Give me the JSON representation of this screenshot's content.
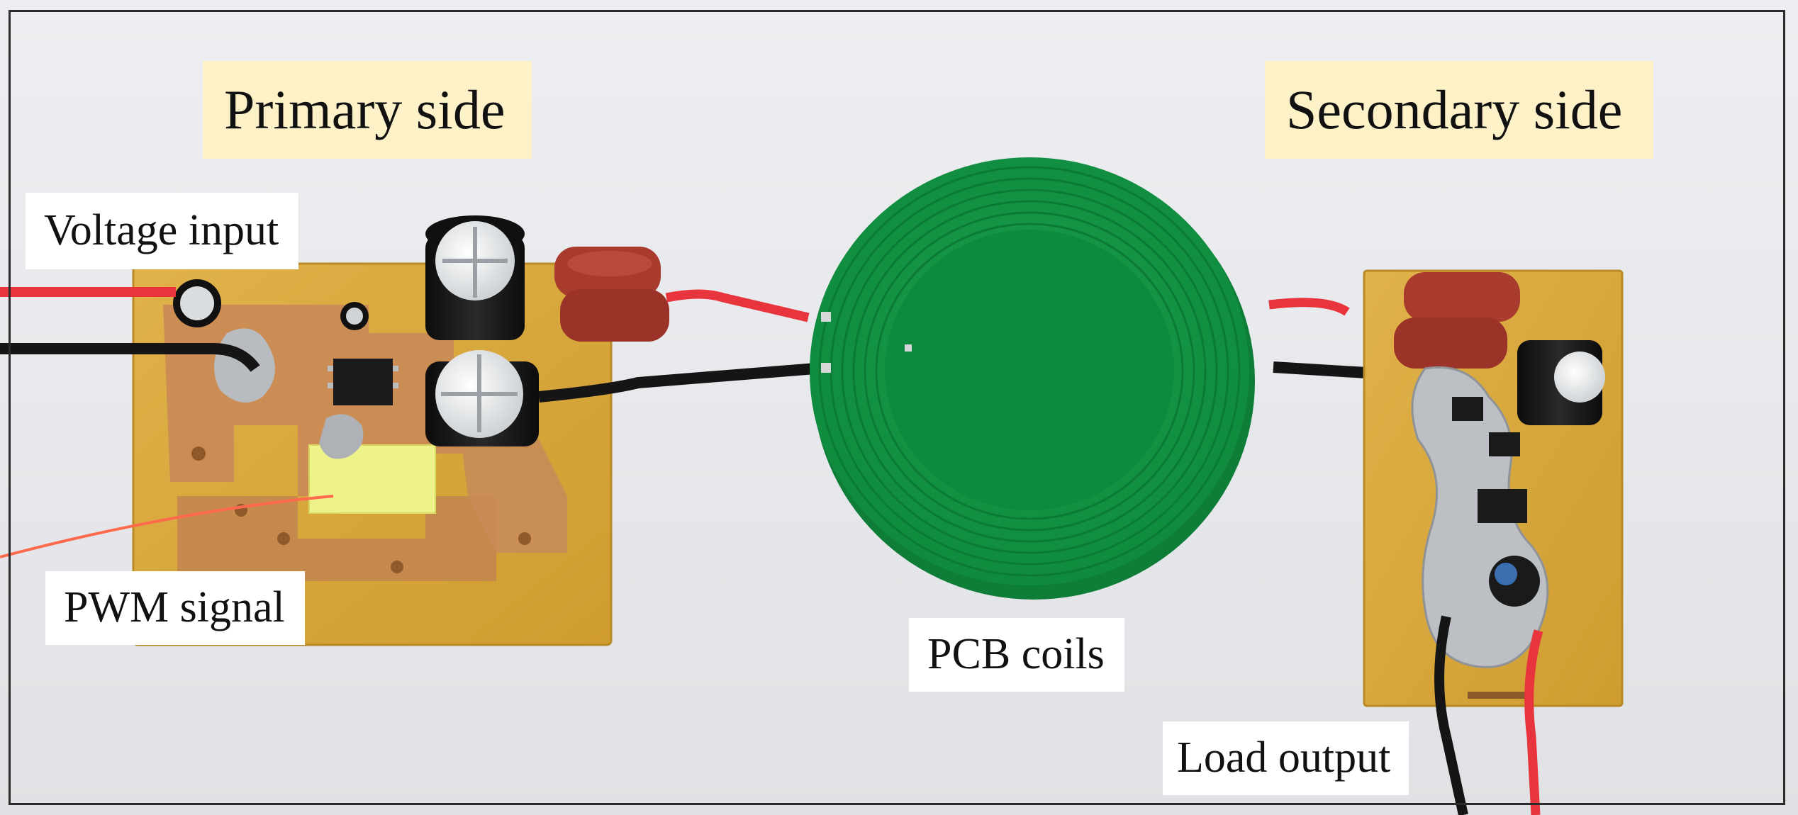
{
  "labels": {
    "primary_side": "Primary side",
    "secondary_side": "Secondary side",
    "voltage_input": "Voltage input",
    "pwm_signal": "PWM signal",
    "pcb_coils": "PCB coils",
    "load_output": "Load output"
  },
  "colors": {
    "background": "#e6e8eb",
    "pcb_board": "#d9a93a",
    "copper": "#c98a55",
    "coil_green": "#169a48",
    "capacitor_red": "#a83a2e",
    "wire_red": "#e8343c",
    "wire_black": "#151515",
    "label_cream": "#fdf1c8",
    "label_white": "#ffffff"
  }
}
